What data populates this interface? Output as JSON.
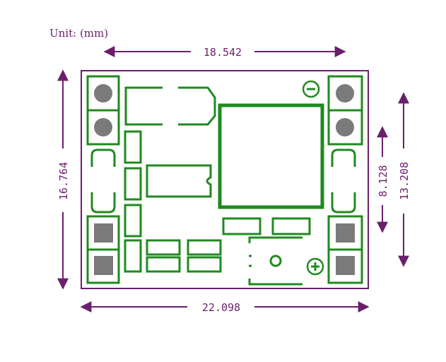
{
  "unit_label": "Unit: (mm)",
  "dimensions": {
    "top_width": "18.542",
    "bottom_width": "22.098",
    "left_height": "16.764",
    "right_inner_height": "8.128",
    "right_outer_height": "13.208"
  },
  "polarity": {
    "negative": "⊖",
    "positive": "⊕"
  },
  "colors": {
    "dimension": "#6b1f6b",
    "board_outline": "#6b1f6b",
    "silkscreen": "#1f8a1f",
    "pad": "#7a7a7a"
  }
}
